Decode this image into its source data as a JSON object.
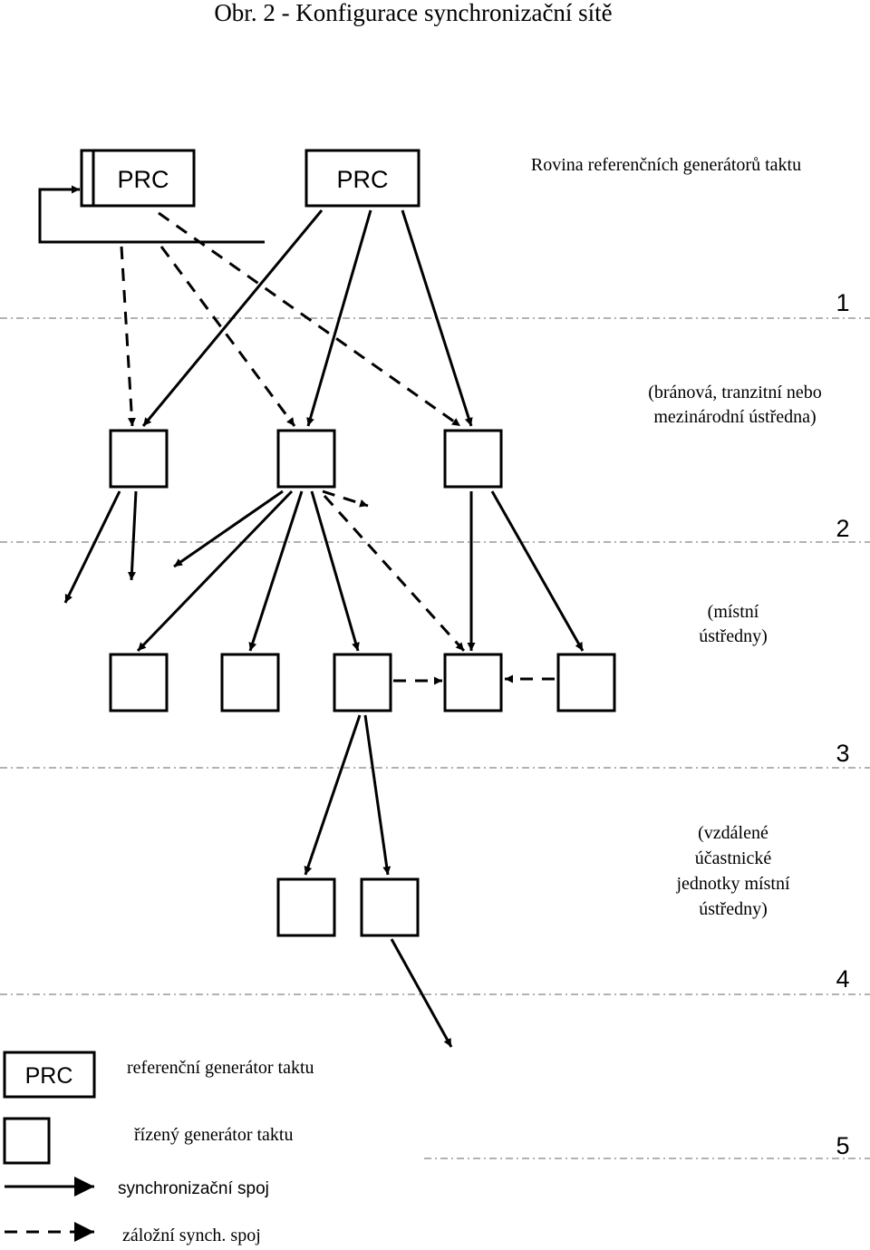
{
  "figure": {
    "title": "Obr. 2 - Konfigurace synchronizační sítě"
  },
  "diagram": {
    "top_plane_label": "Rovina referenčních generátorů taktu",
    "prc_label": "PRC",
    "levels": [
      {
        "number": "1",
        "description": [
          "(bránová, tranzitní nebo",
          "mezinárodní ústředna)"
        ]
      },
      {
        "number": "2",
        "description": [
          "(místní",
          "ústředny)"
        ]
      },
      {
        "number": "3",
        "description": [
          "(vzdálené",
          "účastnické",
          "jednotky místní",
          "ústředny)"
        ]
      },
      {
        "number": "4",
        "description": []
      },
      {
        "number": "5",
        "description": []
      }
    ]
  },
  "legend": {
    "prc_box_label": "PRC",
    "items": [
      {
        "symbol": "prc-box",
        "label": "referenční generátor taktu"
      },
      {
        "symbol": "square-box",
        "label": "řízený generátor taktu"
      },
      {
        "symbol": "solid-arrow",
        "label": "synchronizační spoj"
      },
      {
        "symbol": "dashed-arrow",
        "label": "záložní synch. spoj"
      }
    ]
  }
}
